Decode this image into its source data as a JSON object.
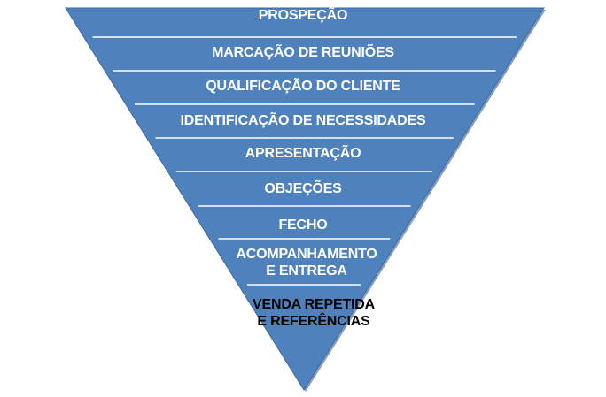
{
  "diagram": {
    "type": "inverted-funnel",
    "fill_color": "#4F81BD",
    "edge_color": "#385D8A",
    "separator_color": "#FFFFFF",
    "stages": [
      {
        "lines": [
          "PROSPEÇÃO"
        ],
        "text_color": "#FFFFFF"
      },
      {
        "lines": [
          "MARCAÇÃO DE REUNIÕES"
        ],
        "text_color": "#FFFFFF"
      },
      {
        "lines": [
          "QUALIFICAÇÃO DO CLIENTE"
        ],
        "text_color": "#FFFFFF"
      },
      {
        "lines": [
          "IDENTIFICAÇÃO DE NECESSIDADES"
        ],
        "text_color": "#FFFFFF"
      },
      {
        "lines": [
          "APRESENTAÇÃO"
        ],
        "text_color": "#FFFFFF"
      },
      {
        "lines": [
          "OBJEÇÕES"
        ],
        "text_color": "#FFFFFF"
      },
      {
        "lines": [
          "FECHO"
        ],
        "text_color": "#FFFFFF"
      },
      {
        "lines": [
          "ACOMPANHAMENTO",
          "E ENTREGA"
        ],
        "text_color": "#FFFFFF"
      },
      {
        "lines": [
          "VENDA REPETIDA",
          "E REFERÊNCIAS"
        ],
        "text_color": "#000000"
      }
    ]
  }
}
